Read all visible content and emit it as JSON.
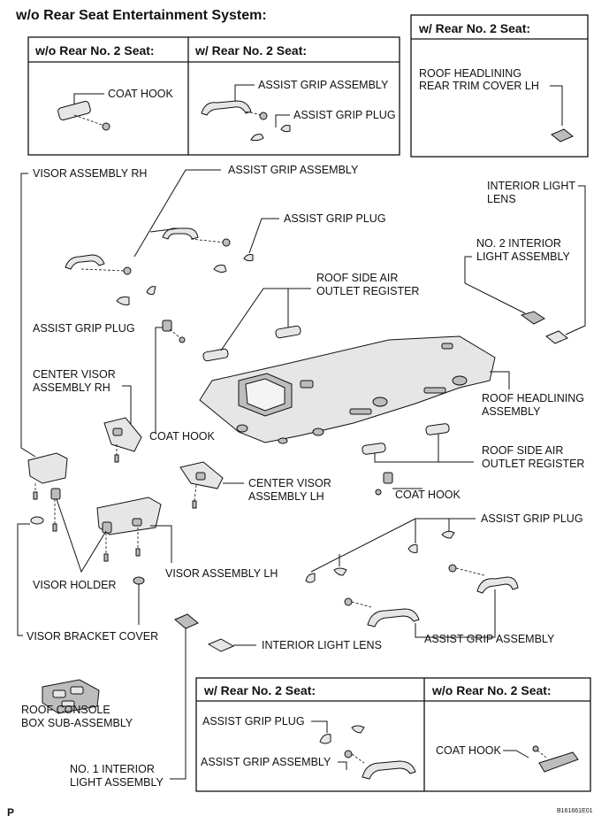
{
  "title": "w/o Rear Seat Entertainment System:",
  "boxes": {
    "top_left_header": "w/o Rear No. 2 Seat:",
    "top_mid_header": "w/ Rear No. 2 Seat:",
    "top_right_header": "w/ Rear No. 2 Seat:",
    "bottom_left_header": "w/ Rear No. 2 Seat:",
    "bottom_right_header": "w/o Rear No. 2 Seat:"
  },
  "labels": {
    "coat_hook_top": "COAT HOOK",
    "assist_grip_assembly_top": "ASSIST GRIP ASSEMBLY",
    "assist_grip_plug_top": "ASSIST GRIP PLUG",
    "roof_headlining_rear_trim_1": "ROOF HEADLINING",
    "roof_headlining_rear_trim_2": "REAR TRIM COVER LH",
    "visor_assembly_rh": "VISOR ASSEMBLY RH",
    "assist_grip_assembly_main": "ASSIST GRIP ASSEMBLY",
    "assist_grip_plug_main": "ASSIST GRIP PLUG",
    "interior_light_lens_top_1": "INTERIOR LIGHT",
    "interior_light_lens_top_2": "LENS",
    "no2_interior_light_1": "NO. 2 INTERIOR",
    "no2_interior_light_2": "LIGHT ASSEMBLY",
    "roof_side_air_outlet_top_1": "ROOF SIDE AIR",
    "roof_side_air_outlet_top_2": "OUTLET REGISTER",
    "assist_grip_plug_left": "ASSIST GRIP PLUG",
    "center_visor_rh_1": "CENTER VISOR",
    "center_visor_rh_2": "ASSEMBLY RH",
    "coat_hook_mid": "COAT HOOK",
    "roof_headlining_assembly_1": "ROOF HEADLINING",
    "roof_headlining_assembly_2": "ASSEMBLY",
    "roof_side_air_outlet_bottom_1": "ROOF SIDE AIR",
    "roof_side_air_outlet_bottom_2": "OUTLET REGISTER",
    "center_visor_lh_1": "CENTER VISOR",
    "center_visor_lh_2": "ASSEMBLY LH",
    "coat_hook_right": "COAT HOOK",
    "assist_grip_plug_right": "ASSIST GRIP PLUG",
    "visor_holder": "VISOR HOLDER",
    "visor_assembly_lh": "VISOR ASSEMBLY LH",
    "assist_grip_assembly_right": "ASSIST GRIP ASSEMBLY",
    "visor_bracket_cover": "VISOR BRACKET COVER",
    "interior_light_lens_bottom": "INTERIOR LIGHT LENS",
    "roof_console_1": "ROOF CONSOLE",
    "roof_console_2": "BOX SUB-ASSEMBLY",
    "no1_interior_light_1": "NO. 1 INTERIOR",
    "no1_interior_light_2": "LIGHT ASSEMBLY",
    "assist_grip_plug_bottom": "ASSIST GRIP PLUG",
    "assist_grip_assembly_bottom": "ASSIST GRIP ASSEMBLY",
    "coat_hook_bottom": "COAT HOOK"
  },
  "footer": {
    "page_mark": "P",
    "figure_code": "B161661E01"
  }
}
